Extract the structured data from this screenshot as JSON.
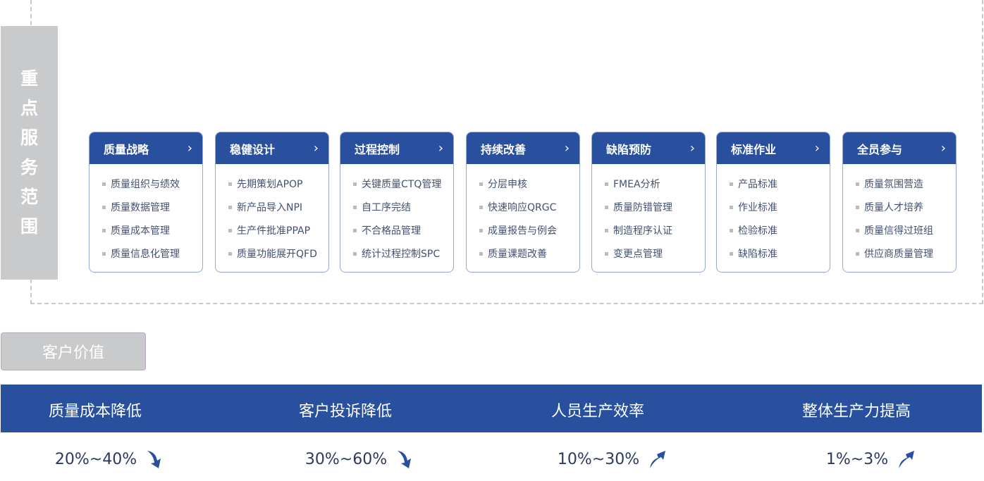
{
  "side_title": [
    "重",
    "点",
    "服",
    "务",
    "范",
    "围"
  ],
  "cards": [
    {
      "title": "质量战略",
      "items": [
        "质量组织与绩效",
        "质量数据管理",
        "质量成本管理",
        "质量信息化管理"
      ]
    },
    {
      "title": "稳健设计",
      "items": [
        "先期策划APOP",
        "新产品导入NPI",
        "生产件批准PPAP",
        "质量功能展开QFD"
      ]
    },
    {
      "title": "过程控制",
      "items": [
        "关键质量CTQ管理",
        "自工序完结",
        "不合格品管理",
        "统计过程控制SPC"
      ]
    },
    {
      "title": "持续改善",
      "items": [
        "分层申核",
        "快速响应QRGC",
        "成量报告与例会",
        "质量课题改善"
      ]
    },
    {
      "title": "缺陷预防",
      "items": [
        "FMEA分析",
        "质量防错管理",
        "制造程序认证",
        "变更点管理"
      ]
    },
    {
      "title": "标准作业",
      "items": [
        "产品标准",
        "作业标准",
        "检验标准",
        "缺陷标准"
      ]
    },
    {
      "title": "全员参与",
      "items": [
        "质量氛围营造",
        "质量人才培养",
        "质量信得过班组",
        "供应商质量管理"
      ]
    }
  ],
  "customer_value_label": "客户价值",
  "metrics": [
    {
      "label": "质量成本降低",
      "value": "20%~40%",
      "trend": "down"
    },
    {
      "label": "客户投诉降低",
      "value": "30%~60%",
      "trend": "down"
    },
    {
      "label": "人员生产效率",
      "value": "10%~30%",
      "trend": "up"
    },
    {
      "label": "整体生产力提高",
      "value": "1%~3%",
      "trend": "up"
    }
  ],
  "colors": {
    "primary": "#29509e",
    "gray": "#c9cacb"
  }
}
